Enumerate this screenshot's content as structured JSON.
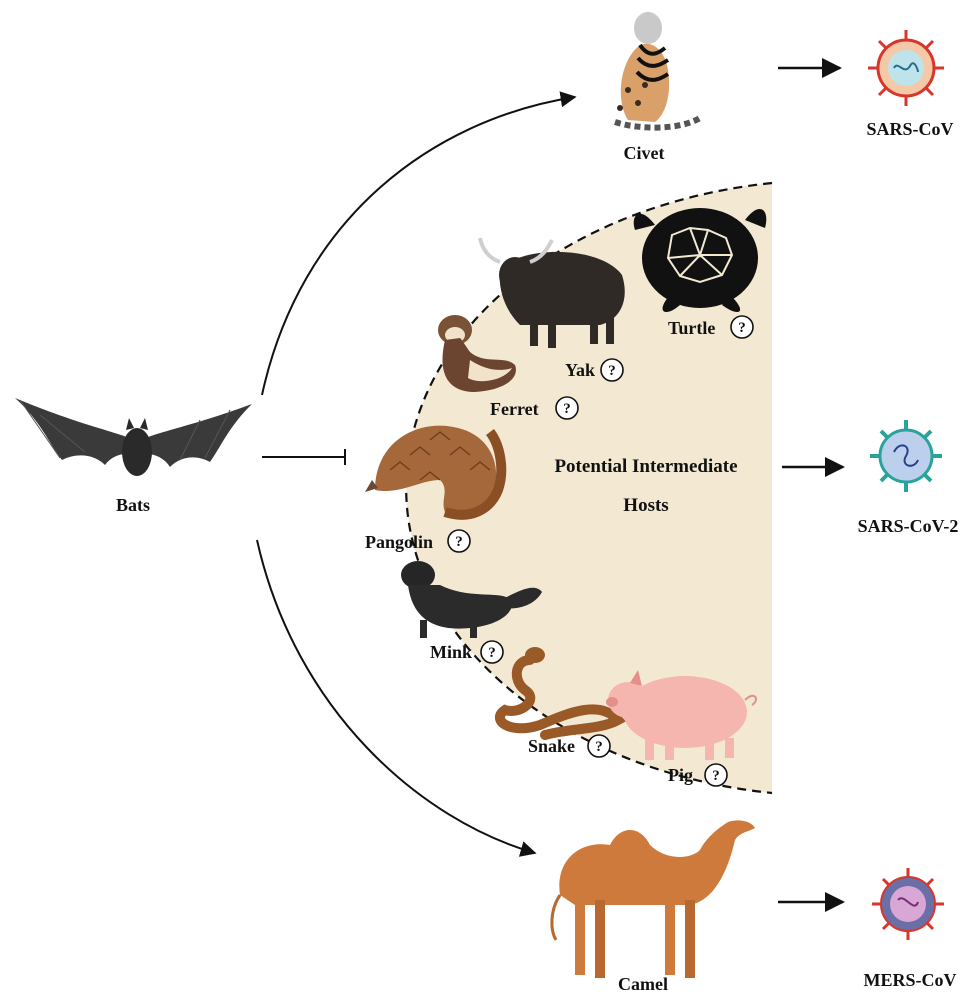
{
  "source": {
    "label": "Bats"
  },
  "civet": {
    "label": "Civet"
  },
  "camel": {
    "label": "Camel"
  },
  "center": {
    "line1": "Potential Intermediate",
    "line2": "Hosts"
  },
  "hosts": {
    "turtle": "Turtle",
    "yak": "Yak",
    "ferret": "Ferret",
    "pangolin": "Pangolin",
    "mink": "Mink",
    "snake": "Snake",
    "pig": "Pig"
  },
  "question_mark": "?",
  "viruses": {
    "sars": "SARS-CoV",
    "sars2": "SARS-CoV-2",
    "mers": "MERS-CoV"
  },
  "colors": {
    "region_fill": "#f3e9d2",
    "virus_sars": "#d9362b",
    "virus_sars2": "#2aa39a",
    "virus_mers": "#d9362b"
  }
}
